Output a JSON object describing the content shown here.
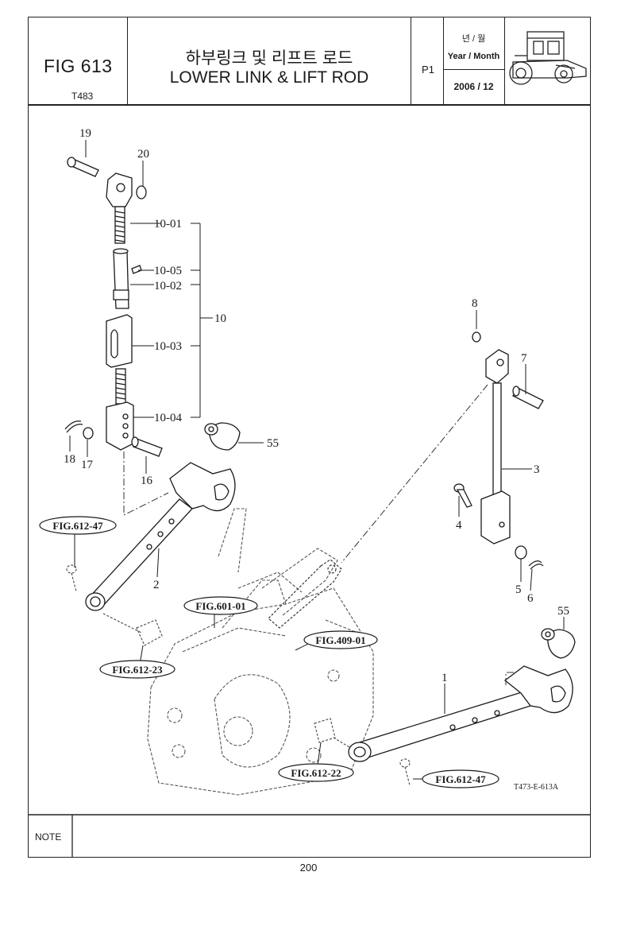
{
  "header": {
    "fig_number": "FIG 613",
    "model": "T483",
    "title_korean": "하부링크 및 리프트 로드",
    "title_english": "LOWER LINK & LIFT ROD",
    "page_code": "P1",
    "year_month_korean": "년 / 월",
    "year_month_label": "Year / Month",
    "year_month_value": "2006 / 12",
    "thumbnail_icon": "tractor-icon"
  },
  "diagram": {
    "callouts": [
      "19",
      "20",
      "10-01",
      "10-05",
      "10-02",
      "10-03",
      "10-04",
      "10",
      "18",
      "17",
      "16",
      "55",
      "2",
      "8",
      "7",
      "3",
      "4",
      "5",
      "6",
      "55",
      "1"
    ],
    "references": [
      "FIG.612-47",
      "FIG.601-01",
      "FIG.409-01",
      "FIG.612-23",
      "FIG.612-22",
      "FIG.612-47"
    ],
    "drawing_code": "T473-E-613A"
  },
  "footer": {
    "note_label": "NOTE",
    "page_number": "200"
  }
}
